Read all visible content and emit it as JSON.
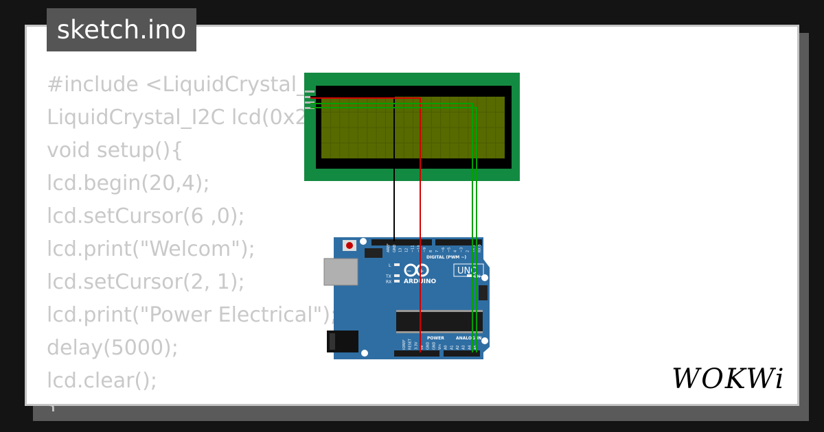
{
  "tab": {
    "label": "sketch.ino"
  },
  "code_lines": [
    "#include <LiquidCrystal_I",
    "LiquidCrystal_I2C lcd(0x2",
    "void setup(){",
    "lcd.begin(20,4);",
    "lcd.setCursor(6 ,0);",
    "lcd.print(\"Welcom\");",
    "lcd.setCursor(2, 1);",
    "lcd.print(\"Power Electrical\");",
    "delay(5000);",
    "lcd.clear();",
    "}"
  ],
  "arduino": {
    "brand": "ARDUINO",
    "model": "UNO",
    "digital_label": "DIGITAL (PWM ~)",
    "power_label": "POWER",
    "analog_label": "ANALOG IN",
    "led_l": "L",
    "led_tx": "TX",
    "led_rx": "RX",
    "led_on": "ON",
    "top_pins": [
      "AREF",
      "GND",
      "13",
      "12",
      "~11",
      "~10",
      "~9",
      "8",
      "7",
      "~6",
      "~5",
      "4",
      "~3",
      "2",
      "TX 1",
      "RX 0"
    ],
    "bottom_pins": [
      "IOREF",
      "RESET",
      "3.3V",
      "5V",
      "GND",
      "GND",
      "Vin",
      "A0",
      "A1",
      "A2",
      "A3",
      "A4",
      "A5"
    ]
  },
  "wires": {
    "gnd": "#000000",
    "vcc": "#d40000",
    "sda": "#00a000",
    "scl": "#00a000"
  },
  "colors": {
    "lcd_board": "#138a41",
    "lcd_screen": "#576a00",
    "arduino_board": "#2f6ea3",
    "background": "#141414"
  },
  "brand": {
    "logo_text": "WOKWi"
  }
}
